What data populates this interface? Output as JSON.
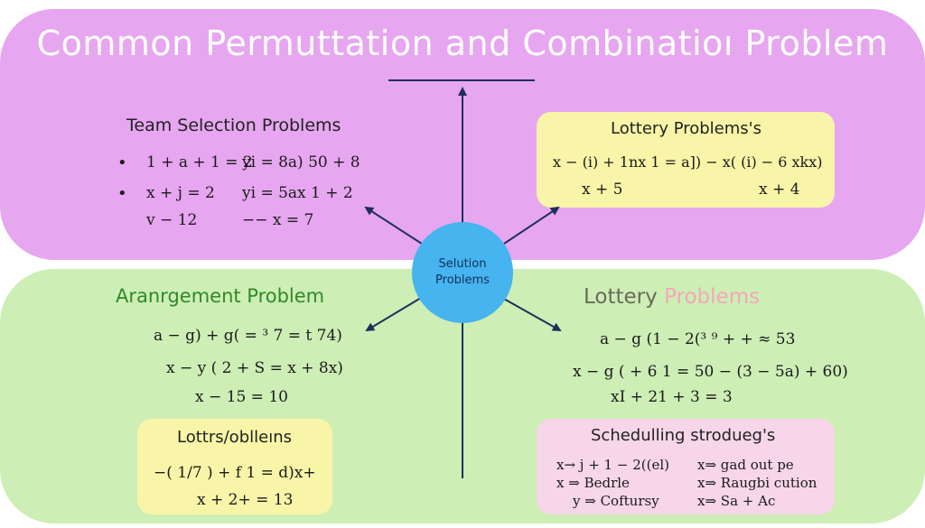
{
  "title": "Common Permuttation and Combinatioı Problem",
  "center": {
    "line1": "Selution",
    "line2": "Problems"
  },
  "team_selection": {
    "heading": "Team Selection Problems",
    "rows": [
      {
        "bullet": "•",
        "left": "1 + a + 1 = 2",
        "right": "yi = 8a) 50 + 8"
      },
      {
        "bullet": "•",
        "left": "x + j = 2",
        "right": "yi = 5ax 1 + 2"
      },
      {
        "bullet": "",
        "left": "v − 12",
        "right": "−− x = 7"
      }
    ]
  },
  "lottery_box": {
    "heading": "Lottery Problems's",
    "line1": "x − (i) + 1nx 1 = a]) − x(  (i) − 6 xkx)",
    "line2_left": "x + 5",
    "line2_right": "x + 4"
  },
  "arrangement": {
    "heading": "Aranrgement Problem",
    "lines": [
      "a − g) + g( = ³ 7 = t 74)",
      "x − y ( 2 + S = x + 8x)",
      "x − 15 = 10"
    ]
  },
  "lottery_problems": {
    "heading_part1": "Lottery",
    "heading_part2": "Problems",
    "lines": [
      "a − g (1 − 2(³ ⁹ + + ≈ 53",
      "x − g ( + 6 1 = 50 − (3 − 5a) + 60)",
      "xI + 21 + 3 = 3"
    ]
  },
  "letters_box": {
    "heading": "Lottrs/oblleıns",
    "line1": "−( 1/7 ) + f 1 = d)x+",
    "line2": "x + 2+ = 13"
  },
  "scheduling_box": {
    "heading": "Schedulling strodueg's",
    "rows": [
      {
        "left": "x→ j + 1 − 2((el)",
        "right": "x⇒ gad out pe"
      },
      {
        "left": "x ⇒ Bedrle",
        "right": "x⇒ Raugbi cution"
      },
      {
        "left": "y ⇒ Coftursy",
        "right": "x⇒ Sa + Ac"
      }
    ]
  },
  "colors": {
    "top_panel": "#e7a6f0",
    "bottom_panel": "#cdeeb5",
    "yellow_box": "#f8f5a8",
    "pink_box": "#f6d6e8",
    "center_node": "#45b4ef",
    "arrows": "#1f2f5c"
  }
}
